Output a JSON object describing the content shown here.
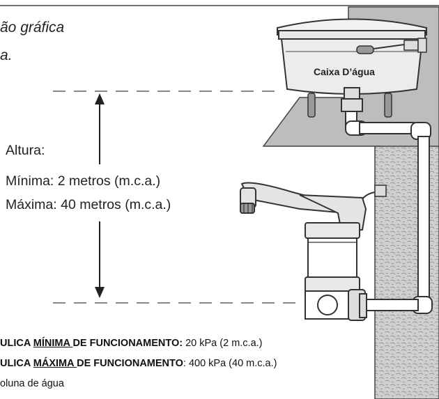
{
  "caption": {
    "line1": "ão gráfica",
    "line2": "a."
  },
  "tank": {
    "label": "Caixa D’água"
  },
  "height_info": {
    "title": "Altura:",
    "min": "Mínima: 2 metros (m.c.a.)",
    "max": "Máxima: 40 metros (m.c.a.)"
  },
  "specs": {
    "min_prefix": "ULICA ",
    "min_keyword": "MÍNIMA ",
    "min_suffix": "DE FUNCIONAMENTO:",
    "min_value": " 20 kPa (2 m.c.a.)",
    "max_prefix": "ULICA ",
    "max_keyword": "MÁXIMA ",
    "max_suffix": "DE FUNCIONAMENTO",
    "max_value": ": 400 kPa (40 m.c.a.)",
    "footnote": "oluna de água"
  },
  "colors": {
    "wall_gray": "#c8c8c8",
    "slab_gray": "#b4b4b4",
    "line": "#333333",
    "dash": "#888888"
  }
}
